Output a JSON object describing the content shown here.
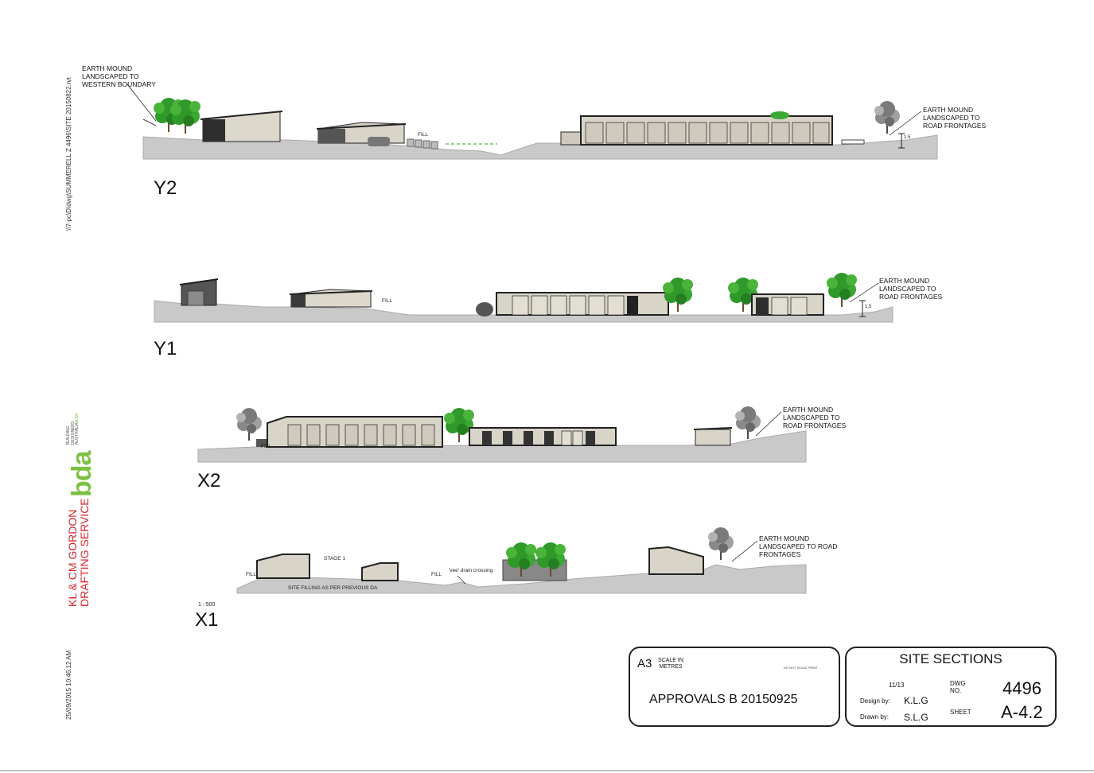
{
  "file_path": "\\\\7-pc\\D\\dwg\\SUMMERELL Z 4496\\SITE 20150822.rvt",
  "timestamp": "25/09/2015 10:46:12 AM",
  "company": {
    "line1": "KL & CM GORDON",
    "line2": "DRAFTING SERVICE",
    "logo_text": "bda",
    "logo_sub1": "BUILDING",
    "logo_sub2": "DESIGNERS",
    "logo_sub3": "AUSTRALIA",
    "logo_sub4": "NSW"
  },
  "sections": {
    "y2": {
      "label": "Y2",
      "note_left": [
        "EARTH MOUND",
        "LANDSCAPED TO",
        "WESTERN BOUNDARY"
      ],
      "fill": "FILL",
      "note_right": [
        "EARTH MOUND",
        "LANDSCAPED TO",
        "ROAD FRONTAGES"
      ],
      "dim": "1.5"
    },
    "y1": {
      "label": "Y1",
      "fill": "FILL",
      "note_right": [
        "EARTH MOUND",
        "LANDSCAPED TO",
        "ROAD FRONTAGES"
      ],
      "dim": "1.5"
    },
    "x2": {
      "label": "X2",
      "fill": "FILL",
      "note_right": [
        "EARTH MOUND",
        "LANDSCAPED TO",
        "ROAD FRONTAGES"
      ]
    },
    "x1": {
      "label": "X1",
      "scale": "1 : 500",
      "fill_a": "FILL",
      "fill_b": "FILL",
      "stage": "STAGE 1",
      "drain": "'vee' drain crossing",
      "site_filling": "SITE FILLING AS PER PREVIOUS DA",
      "note_right": [
        "EARTH MOUND",
        "LANDSCAPED TO ROAD",
        "FRONTAGES"
      ]
    }
  },
  "title_block": {
    "sheet_size": "A3",
    "scale_label": [
      "SCALE IN",
      "METRES"
    ],
    "do_not_scale": "DO NOT SCALE PRINT",
    "revision": "APPROVALS B 20150925",
    "title": "SITE SECTIONS",
    "sheet_count": "11/13",
    "dwg_no_label": [
      "DWG",
      "NO."
    ],
    "dwg_no": "4496",
    "design_by_label": "Design by:",
    "design_by": "K.L.G",
    "drawn_by_label": "Drawn by:",
    "drawn_by": "S.L.G",
    "sheet_label": "SHEET",
    "sheet": "A-4.2"
  },
  "colors": {
    "ground": "#c9c9c9",
    "building_light": "#d8d4c8",
    "building_dark": "#3a3a3a",
    "tree_green": "#2f9a2a",
    "logo_green": "#7cc242",
    "company_red": "#d6262d"
  }
}
